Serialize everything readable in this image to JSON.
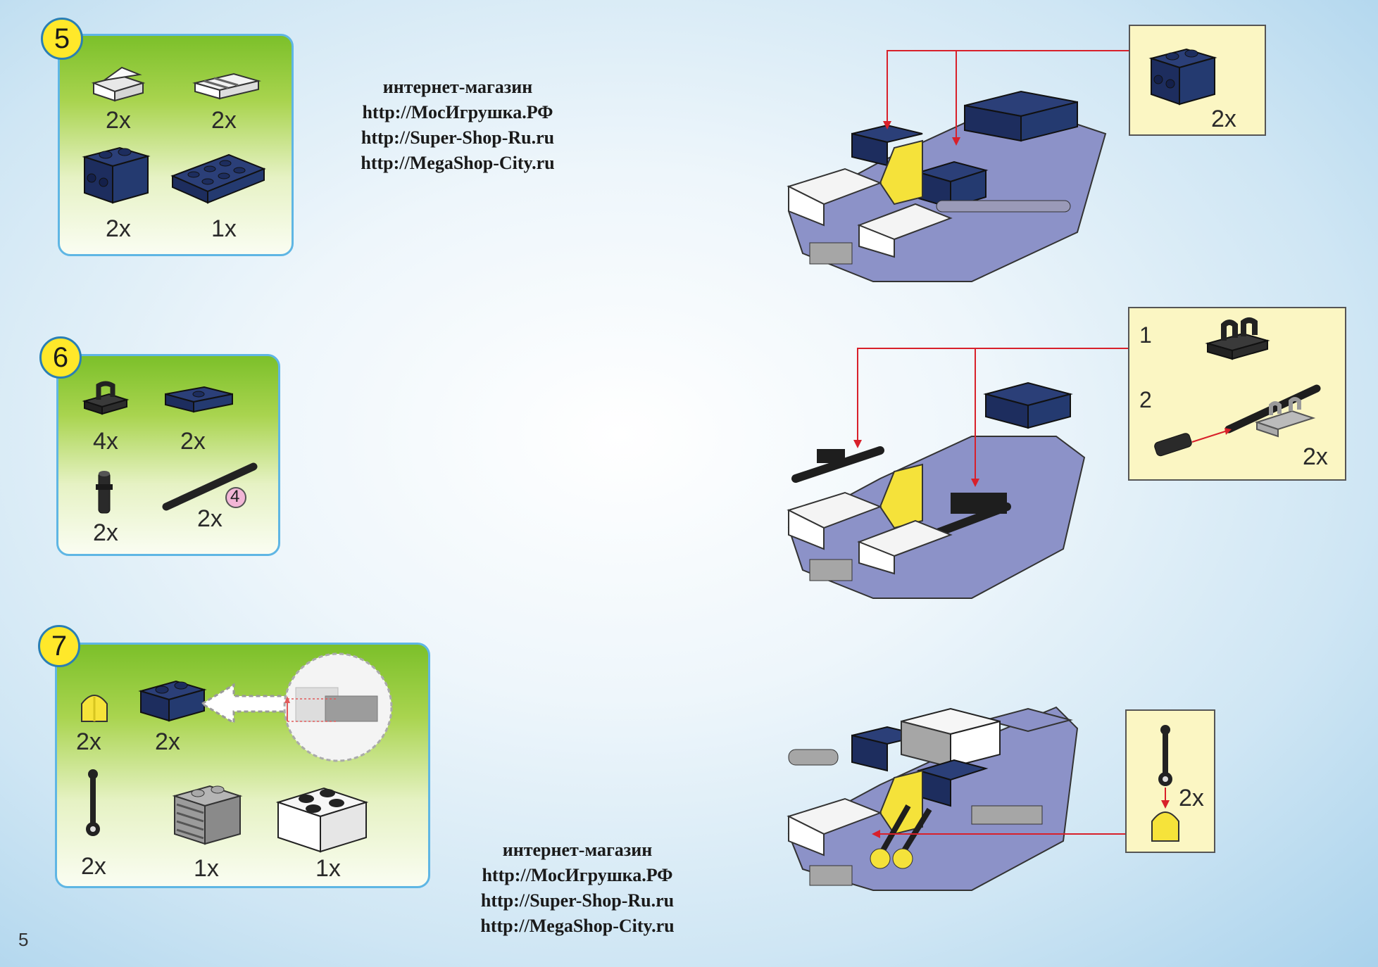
{
  "page_number": "5",
  "watermark": {
    "title": "интернет-магазин",
    "links": [
      "http://МосИгрушка.РФ",
      "http://Super-Shop-Ru.ru",
      "http://MegaShop-City.ru"
    ]
  },
  "steps": [
    {
      "number": "5",
      "quantities": [
        "2x",
        "2x",
        "2x",
        "1x"
      ]
    },
    {
      "number": "6",
      "quantities": [
        "4x",
        "2x",
        "2x",
        "2x"
      ],
      "marker": "4"
    },
    {
      "number": "7",
      "quantities": [
        "2x",
        "2x",
        "2x",
        "1x",
        "1x"
      ]
    }
  ],
  "callouts": [
    {
      "quantity": "2x"
    },
    {
      "sub_step_1": "1",
      "sub_step_2": "2",
      "quantity": "2x"
    },
    {
      "quantity": "2x"
    }
  ],
  "colors": {
    "navy_brick": "#1d2d5e",
    "lavender_brick": "#8c92c8",
    "white_brick": "#f4f4f4",
    "grey_brick": "#a6a6a6",
    "yellow_brick": "#f5e23a",
    "black_part": "#1e1e1e",
    "arrow_red": "#d8202a",
    "panel_border": "#5fb6e4",
    "callout_bg": "#fbf6c3"
  }
}
